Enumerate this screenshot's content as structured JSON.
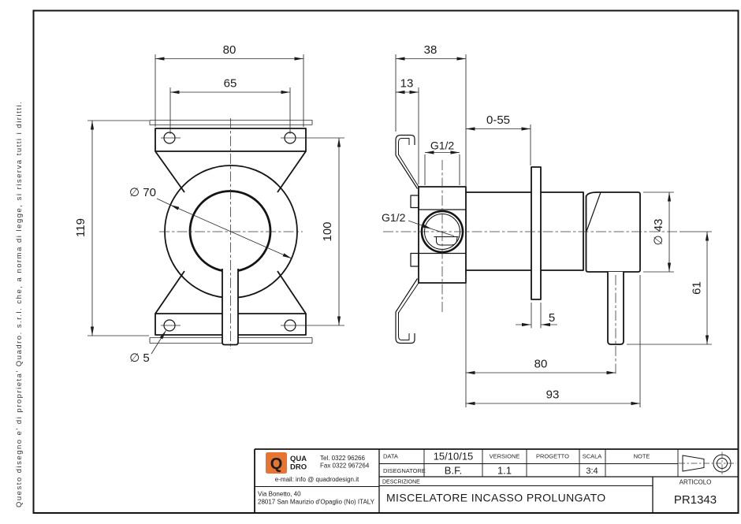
{
  "notice": "Questo disegno e' di proprieta' Quadro. s.r.l. che, a norma di legge, si riserva tutti i diritti.",
  "front_view": {
    "dim_width": "80",
    "dim_hole_spacing": "65",
    "dim_height": "119",
    "dim_hole_vspacing": "100",
    "dim_body_diameter": "∅ 70",
    "dim_hole_diameter": "∅ 5"
  },
  "side_view": {
    "dim_depth": "38",
    "dim_clip": "13",
    "thread_top": "G1/2",
    "thread_side": "G1/2",
    "dim_wall_range": "0-55",
    "dim_head_diameter": "∅ 43",
    "dim_handle_length": "61",
    "dim_flange_thickness": "5",
    "dim_body_length": "80",
    "dim_total_length": "93"
  },
  "title_block": {
    "company": {
      "logo_letter": "Q",
      "logo_line1": "QUA",
      "logo_line2": "DRO",
      "tel": "Tel. 0322 96266",
      "fax": "Fax 0322 967264",
      "email": "e-mail:  info @ quadrodesign.it",
      "address_line1": "Via Bonetto, 40",
      "address_line2": "28017 San Maurizio d'Opaglio (No) ITALY"
    },
    "fields": {
      "data_label": "DATA",
      "data_value": "15/10/15",
      "disegnatore_label": "DISEGNATORE",
      "disegnatore_value": "B.F.",
      "versione_label": "VERSIONE",
      "versione_value": "1.1",
      "progetto_label": "PROGETTO",
      "scala_label": "SCALA",
      "scala_value": "3:4",
      "note_label": "NOTE",
      "descrizione_label": "DESCRIZIONE",
      "descrizione_value": "MISCELATORE INCASSO PROLUNGATO",
      "articolo_label": "ARTICOLO",
      "articolo_value": "PR1343"
    }
  },
  "colors": {
    "accent": "#E87430",
    "line": "#141414",
    "paper": "#ffffff"
  }
}
